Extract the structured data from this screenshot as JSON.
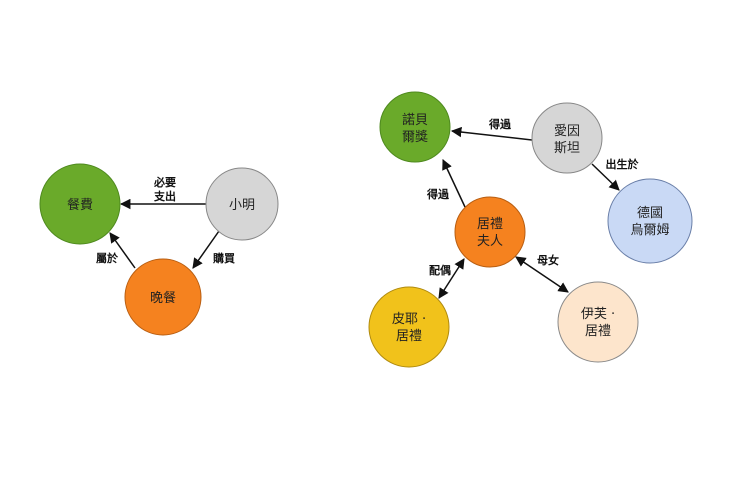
{
  "diagram": {
    "colors": {
      "green": "#6aaa2a",
      "gray": "#d6d6d6",
      "orange": "#f5821f",
      "light_blue": "#c9d9f5",
      "yellow": "#f1c21b",
      "peach": "#fde5cc",
      "edge": "#111111"
    },
    "left_graph": {
      "nodes": [
        {
          "id": "meal-expense",
          "lines": [
            "餐費"
          ],
          "color": "green"
        },
        {
          "id": "xiaoming",
          "lines": [
            "小明"
          ],
          "color": "gray"
        },
        {
          "id": "dinner",
          "lines": [
            "晚餐"
          ],
          "color": "orange"
        }
      ],
      "edges": [
        {
          "from": "xiaoming",
          "to": "meal-expense",
          "label": [
            "必要",
            "支出"
          ],
          "direction": "forward"
        },
        {
          "from": "xiaoming",
          "to": "dinner",
          "label": [
            "購買"
          ],
          "direction": "forward"
        },
        {
          "from": "dinner",
          "to": "meal-expense",
          "label": [
            "屬於"
          ],
          "direction": "forward"
        }
      ]
    },
    "right_graph": {
      "nodes": [
        {
          "id": "nobel-prize",
          "lines": [
            "諾貝",
            "爾獎"
          ],
          "color": "green"
        },
        {
          "id": "einstein",
          "lines": [
            "愛因",
            "斯坦"
          ],
          "color": "gray"
        },
        {
          "id": "ulm",
          "lines": [
            "德國",
            "烏爾姆"
          ],
          "color": "light_blue"
        },
        {
          "id": "marie-curie",
          "lines": [
            "居禮",
            "夫人"
          ],
          "color": "orange"
        },
        {
          "id": "pierre-curie",
          "lines": [
            "皮耶 ·",
            "居禮"
          ],
          "color": "yellow"
        },
        {
          "id": "eve-curie",
          "lines": [
            "伊芙 ·",
            "居禮"
          ],
          "color": "peach"
        }
      ],
      "edges": [
        {
          "from": "einstein",
          "to": "nobel-prize",
          "label": [
            "得過"
          ],
          "direction": "forward"
        },
        {
          "from": "einstein",
          "to": "ulm",
          "label": [
            "出生於"
          ],
          "direction": "forward"
        },
        {
          "from": "marie-curie",
          "to": "nobel-prize",
          "label": [
            "得過"
          ],
          "direction": "forward"
        },
        {
          "from": "marie-curie",
          "to": "pierre-curie",
          "label": [
            "配偶"
          ],
          "direction": "both"
        },
        {
          "from": "marie-curie",
          "to": "eve-curie",
          "label": [
            "母女"
          ],
          "direction": "both"
        }
      ]
    }
  }
}
